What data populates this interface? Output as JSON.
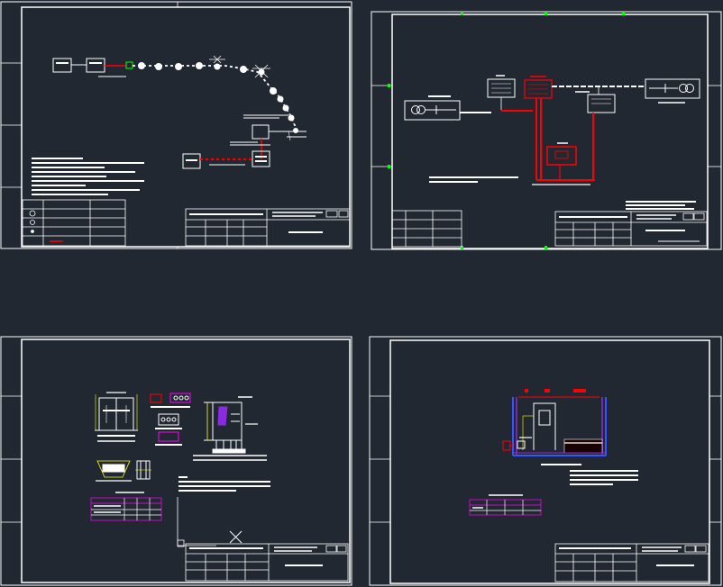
{
  "colors": {
    "background": "#222831",
    "line": "#ffffff",
    "cable": "#ff0000",
    "magenta": "#ff00ff",
    "yellow": "#ffff00",
    "green": "#00ff00",
    "blue": "#3355ff",
    "purple": "#8a2be2"
  },
  "sheets": [
    {
      "id": "sheet-1",
      "title_block_text": "",
      "drawing_name": ""
    },
    {
      "id": "sheet-2",
      "title_block_text": "",
      "drawing_name": ""
    },
    {
      "id": "sheet-3",
      "title_block_text": "",
      "drawing_name": ""
    },
    {
      "id": "sheet-4",
      "title_block_text": "",
      "drawing_name": ""
    }
  ],
  "icons": {
    "close_marker": "x-cross-icon",
    "transformer_symbol": "transformer-icon",
    "pole_symbol": "pole-icon"
  }
}
